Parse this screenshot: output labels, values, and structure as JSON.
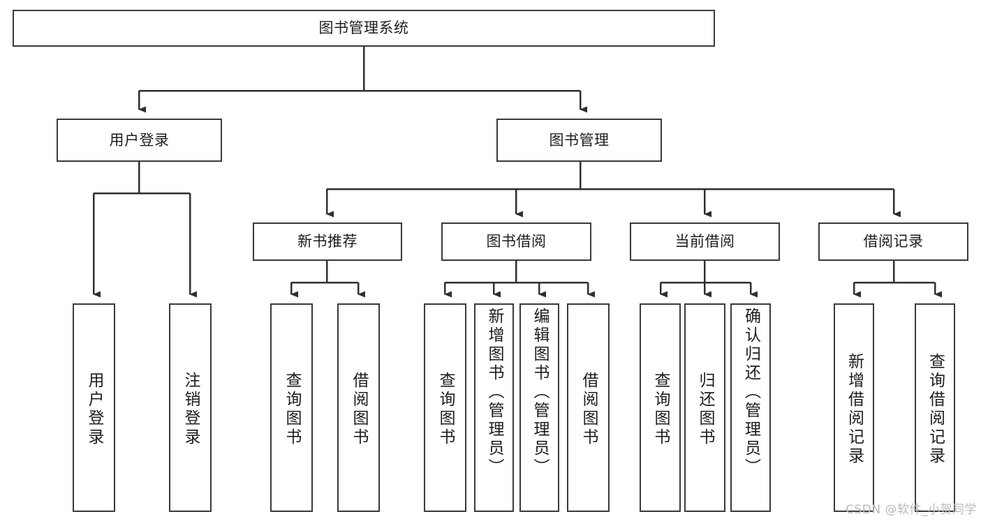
{
  "diagram": {
    "title": "图书管理系统",
    "stroke_color": "#3a3a3a",
    "text_color": "#1d1d1d",
    "background_color": "#ffffff",
    "root": {
      "label": "图书管理系统"
    },
    "level2": [
      {
        "label": "用户登录"
      },
      {
        "label": "图书管理"
      }
    ],
    "level3": [
      {
        "label": "新书推荐"
      },
      {
        "label": "图书借阅"
      },
      {
        "label": "当前借阅"
      },
      {
        "label": "借阅记录"
      }
    ],
    "leaves": {
      "user_login": [
        {
          "label": "用户登录"
        },
        {
          "label": "注销登录"
        }
      ],
      "new_book": [
        {
          "label": "查询图书"
        },
        {
          "label": "借阅图书"
        }
      ],
      "book_borrow": [
        {
          "label": "查询图书"
        },
        {
          "label": "新增图书（管理员）"
        },
        {
          "label": "编辑图书（管理员）"
        },
        {
          "label": "借阅图书"
        }
      ],
      "current_borrow": [
        {
          "label": "查询图书"
        },
        {
          "label": "归还图书"
        },
        {
          "label": "确认归还（管理员）"
        }
      ],
      "borrow_record": [
        {
          "label": "新增借阅记录"
        },
        {
          "label": "查询借阅记录"
        }
      ]
    }
  },
  "watermark": {
    "text": "CSDN @软件_小贺同学"
  }
}
